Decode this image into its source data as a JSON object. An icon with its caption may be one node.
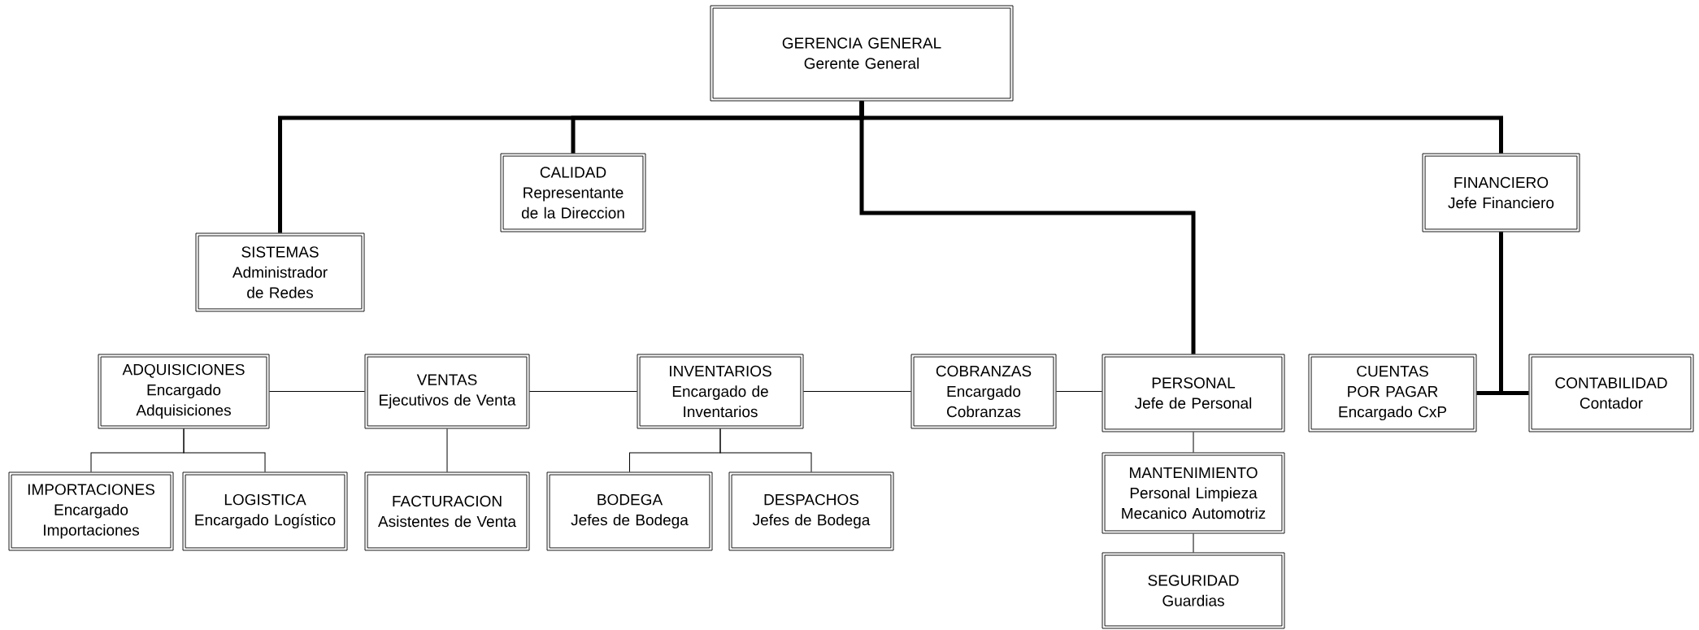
{
  "diagram": {
    "nodes": [
      {
        "text": [
          "GERENCIA GENERAL",
          "Gerente General"
        ]
      },
      {
        "text": [
          "CALIDAD",
          "Representante de la Direccion"
        ]
      },
      {
        "text": [
          "FINANCIERO",
          "Jefe Financiero"
        ]
      },
      {
        "text": [
          "SISTEMAS",
          "Administrador de Redes"
        ]
      },
      {
        "text": [
          "ADQUISICIONES",
          "Encargado Adquisiciones"
        ]
      },
      {
        "text": [
          "VENTAS",
          "Ejecutivos de Venta"
        ]
      },
      {
        "text": [
          "INVENTARIOS",
          "Encargado de Inventarios"
        ]
      },
      {
        "text": [
          "COBRANZAS",
          "Encargado Cobranzas"
        ]
      },
      {
        "text": [
          "PERSONAL",
          "Jefe de Personal"
        ]
      },
      {
        "text": [
          "CUENTAS POR PAGAR",
          "Encargado CxP"
        ]
      },
      {
        "text": [
          "CONTABILIDAD",
          "Contador"
        ]
      },
      {
        "text": [
          "IMPORTACIONES",
          "Encargado Importaciones"
        ]
      },
      {
        "text": [
          "LOGISTICA",
          "Encargado Logístico"
        ]
      },
      {
        "text": [
          "FACTURACION",
          "Asistentes de Venta"
        ]
      },
      {
        "text": [
          "BODEGA",
          "Jefes de Bodega"
        ]
      },
      {
        "text": [
          "DESPACHOS",
          "Jefes de Bodega"
        ]
      },
      {
        "text": [
          "MANTENIMIENTO",
          "Personal Limpieza Mecanico Automotriz"
        ]
      },
      {
        "text": [
          "SEGURIDAD",
          "Guardias"
        ]
      }
    ],
    "edges": [
      {
        "from": 0,
        "to": 3,
        "arrow": "none",
        "style": "thick"
      },
      {
        "from": 0,
        "to": 1,
        "arrow": "none",
        "style": "thick"
      },
      {
        "from": 0,
        "to": 8,
        "arrow": "none",
        "style": "thick"
      },
      {
        "from": 0,
        "to": 2,
        "arrow": "none",
        "style": "thick"
      },
      {
        "from": 2,
        "to": 9,
        "arrow": "none",
        "style": "thick"
      },
      {
        "from": 2,
        "to": 10,
        "arrow": "none",
        "style": "thick"
      },
      {
        "from": 4,
        "to": 5,
        "arrow": "none"
      },
      {
        "from": 5,
        "to": 6,
        "arrow": "none"
      },
      {
        "from": 6,
        "to": 7,
        "arrow": "none"
      },
      {
        "from": 7,
        "to": 8,
        "arrow": "none"
      },
      {
        "from": 4,
        "to": 11,
        "arrow": "none"
      },
      {
        "from": 4,
        "to": 12,
        "arrow": "none"
      },
      {
        "from": 5,
        "to": 13,
        "arrow": "none"
      },
      {
        "from": 6,
        "to": 14,
        "arrow": "none"
      },
      {
        "from": 6,
        "to": 15,
        "arrow": "none"
      },
      {
        "from": 8,
        "to": 16,
        "arrow": "none"
      },
      {
        "from": 16,
        "to": 17,
        "arrow": "none"
      }
    ]
  }
}
